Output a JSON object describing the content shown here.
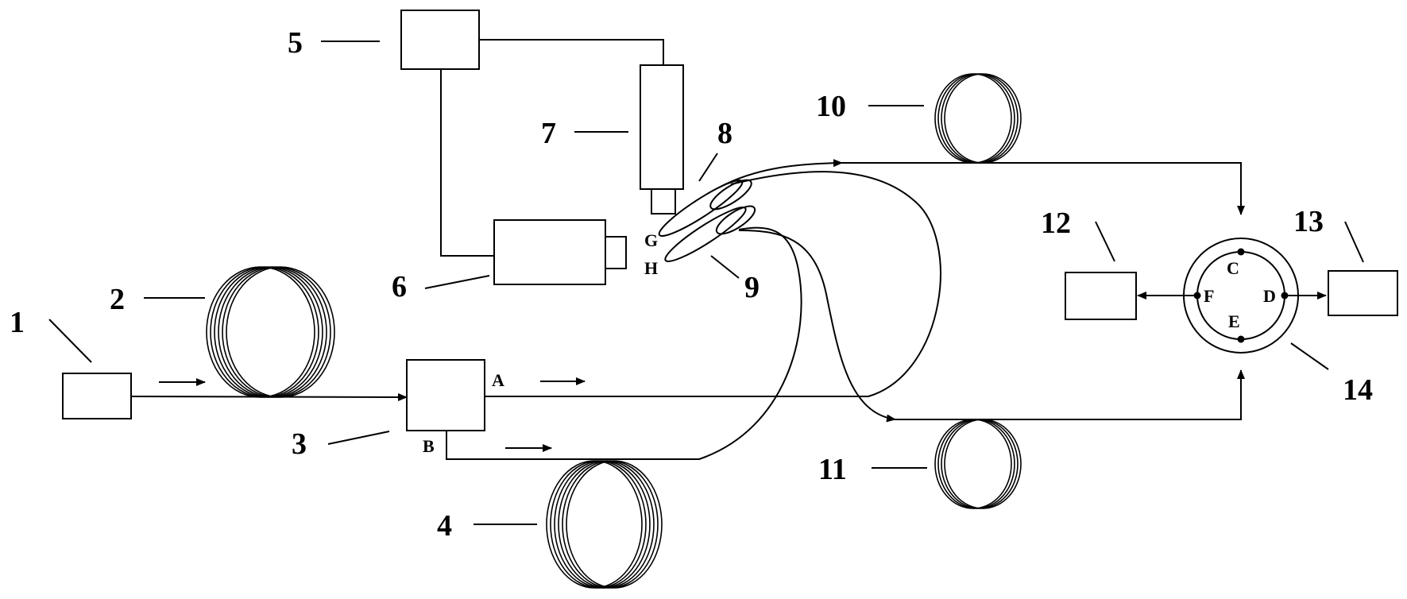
{
  "component_labels": {
    "c1": "1",
    "c2": "2",
    "c3": "3",
    "c4": "4",
    "c5": "5",
    "c6": "6",
    "c7": "7",
    "c8": "8",
    "c9": "9",
    "c10": "10",
    "c11": "11",
    "c12": "12",
    "c13": "13",
    "c14": "14"
  },
  "port_labels": {
    "a": "A",
    "b": "B",
    "c": "C",
    "d": "D",
    "e": "E",
    "f": "F",
    "g": "G",
    "h": "H"
  },
  "colors": {
    "line": "#000000",
    "background": "#ffffff"
  }
}
